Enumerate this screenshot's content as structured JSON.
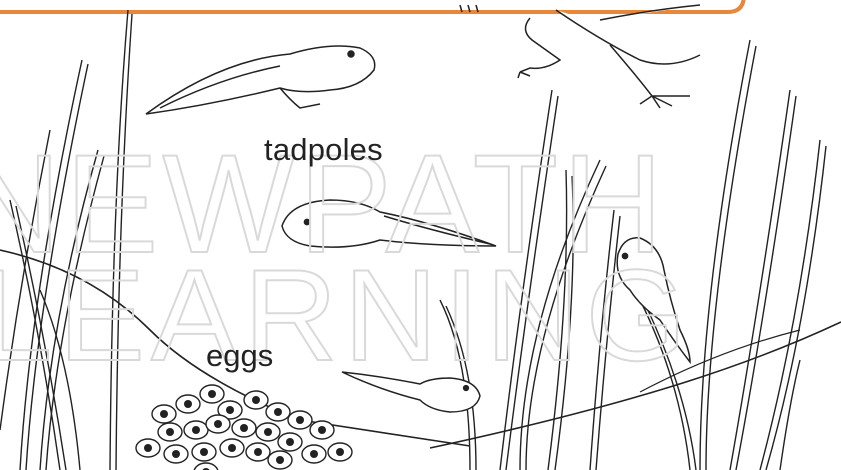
{
  "labels": {
    "tadpoles": "tadpoles",
    "eggs": "eggs"
  },
  "watermark": {
    "line1": "NEWPATH",
    "line2": "LEARNING"
  },
  "colors": {
    "banner_border": "#e8873a",
    "ink": "#222222",
    "watermark": "#d9d9d9"
  }
}
